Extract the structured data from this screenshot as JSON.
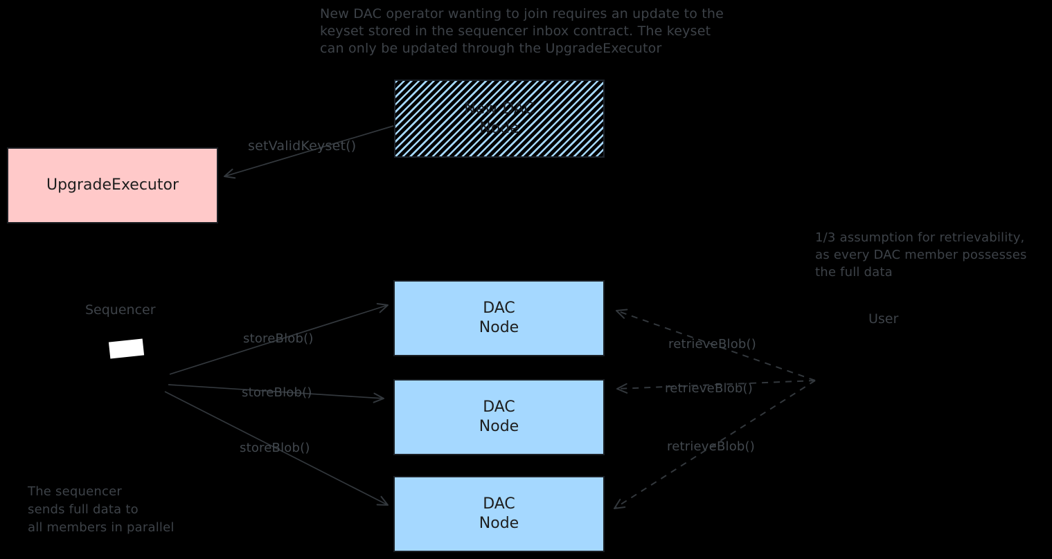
{
  "notes": {
    "top": {
      "lines": [
        "New DAC operator wanting to join requires an update to the",
        "keyset stored in the sequencer inbox contract. The keyset",
        "can only be updated through the UpgradeExecutor"
      ]
    },
    "retrievability": {
      "lines": [
        "1/3 assumption for retrievability,",
        "as every DAC member possesses",
        "the full data"
      ]
    },
    "sequencer_parallel": {
      "lines": [
        "The sequencer",
        "sends full data to",
        "all members in parallel"
      ]
    }
  },
  "actors": {
    "sequencer": "Sequencer",
    "user": "User"
  },
  "boxes": {
    "new_dac_node": {
      "lines": [
        "New DAC",
        "Node"
      ]
    },
    "upgrade_executor": "UpgradeExecutor",
    "dac_nodes": [
      {
        "lines": [
          "DAC",
          "Node"
        ]
      },
      {
        "lines": [
          "DAC",
          "Node"
        ]
      },
      {
        "lines": [
          "DAC",
          "Node"
        ]
      }
    ]
  },
  "edge_labels": {
    "set_valid_keyset": "setValidKeyset()",
    "store_blob_1": "storeBlob()",
    "store_blob_2": "storeBlob()",
    "store_blob_3": "storeBlob()",
    "retrieve_blob_1": "retrieveBlob()",
    "retrieve_blob_2": "retrieveBlob()",
    "retrieve_blob_3": "retrieveBlob()"
  },
  "colors": {
    "background": "#000000",
    "pink_box_fill": "#ffc9c9",
    "blue_box_fill": "#a5d8ff",
    "hatch_stripe": "#a5d8ff",
    "box_text": "#1e1e1e",
    "note_text": "#3d4248",
    "arrow_stroke": "#33383d",
    "sequencer_screen": "#ffffff"
  }
}
